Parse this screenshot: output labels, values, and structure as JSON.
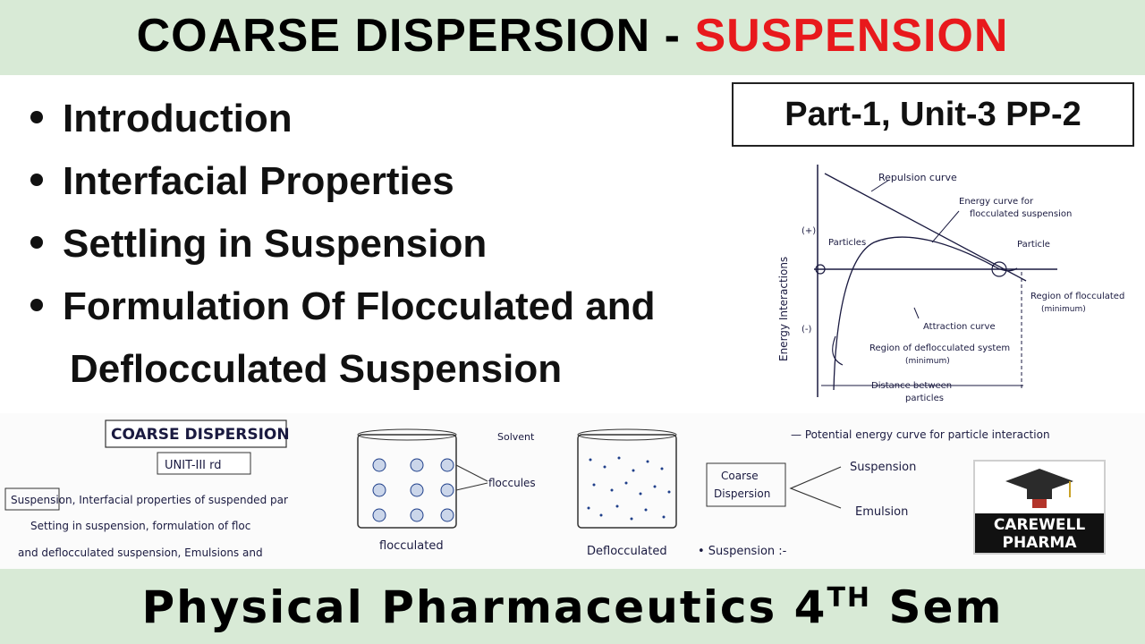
{
  "header": {
    "title_part1": "COARSE DISPERSION",
    "separator": "-",
    "title_part2": "SUSPENSION"
  },
  "part_label": "Part-1, Unit-3 PP-2",
  "topics": [
    "Introduction",
    "Interfacial Properties",
    "Settling in Suspension",
    "Formulation Of Flocculated and",
    "Deflocculated Suspension"
  ],
  "graph": {
    "repulsion": "Repulsion curve",
    "energy_curve_line1": "Energy curve for",
    "energy_curve_line2": "flocculated suspension",
    "plus": "(+)",
    "minus": "(-)",
    "particles_left": "Particles",
    "particle_right": "Particle",
    "y_axis": "Energy Interactions",
    "region_floc": "Region of flocculated",
    "minimum_right": "(minimum)",
    "attraction": "Attraction curve",
    "region_defloc_line1": "Region of deflocculated system",
    "region_defloc_line2": "(minimum)",
    "distance_line1": "Distance between",
    "distance_line2": "particles"
  },
  "notes": {
    "heading": "COARSE DISPERSION",
    "unit": "UNIT-III rd",
    "line1": "Suspension, Interfacial properties of suspended par",
    "line2": "Setting in suspension, formulation of floc",
    "line3": "and deflocculated suspension, Emulsions and"
  },
  "beakers": {
    "solvent": "Solvent",
    "floccules": "floccules",
    "flocculated": "flocculated",
    "deflocculated": "Deflocculated",
    "suspension_colon": "• Suspension :-"
  },
  "mindmap": {
    "caption": "— Potential energy curve for particle interaction",
    "coarse_line1": "Coarse",
    "coarse_line2": "Dispersion",
    "suspension": "Suspension",
    "emulsion": "Emulsion"
  },
  "logo": {
    "line1": "CAREWELL",
    "line2": "PHARMA"
  },
  "footer": {
    "title": "Physical Pharmaceutics 4",
    "superscript": "TH",
    "suffix": " Sem"
  }
}
